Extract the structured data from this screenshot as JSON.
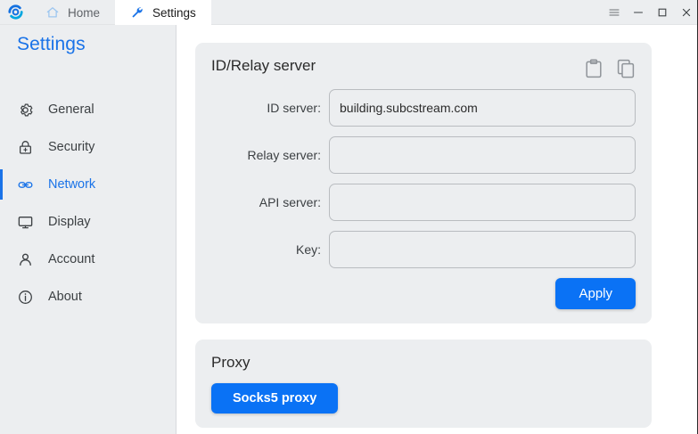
{
  "window": {
    "app_logo": "rustdesk-logo-icon",
    "controls": [
      {
        "name": "menu-button",
        "icon": "hamburger-menu-icon"
      },
      {
        "name": "minimize-button",
        "icon": "minimize-icon"
      },
      {
        "name": "maximize-button",
        "icon": "maximize-icon"
      },
      {
        "name": "close-button",
        "icon": "close-icon"
      }
    ]
  },
  "tabs": [
    {
      "label": "Home",
      "icon": "home-icon",
      "active": false
    },
    {
      "label": "Settings",
      "icon": "wrench-icon",
      "active": true
    }
  ],
  "sidebar": {
    "title": "Settings",
    "items": [
      {
        "label": "General",
        "icon": "gear-icon",
        "active": false
      },
      {
        "label": "Security",
        "icon": "lock-icon",
        "active": false
      },
      {
        "label": "Network",
        "icon": "link-icon",
        "active": true
      },
      {
        "label": "Display",
        "icon": "monitor-icon",
        "active": false
      },
      {
        "label": "Account",
        "icon": "person-icon",
        "active": false
      },
      {
        "label": "About",
        "icon": "info-icon",
        "active": false
      }
    ]
  },
  "main": {
    "id_relay_card": {
      "title": "ID/Relay server",
      "actions": [
        {
          "name": "paste-button",
          "icon": "clipboard-icon"
        },
        {
          "name": "copy-button",
          "icon": "copy-icon"
        }
      ],
      "fields": [
        {
          "label": "ID server:",
          "value": "building.subcstream.com",
          "placeholder": ""
        },
        {
          "label": "Relay server:",
          "value": "",
          "placeholder": ""
        },
        {
          "label": "API server:",
          "value": "",
          "placeholder": ""
        },
        {
          "label": "Key:",
          "value": "",
          "placeholder": ""
        }
      ],
      "apply_label": "Apply"
    },
    "proxy_card": {
      "title": "Proxy",
      "socks5_label": "Socks5 proxy"
    }
  },
  "colors": {
    "accent": "#1a73e8",
    "button_blue": "#0a72f5",
    "sidebar_bg": "#eceef0",
    "card_bg": "#eceef0",
    "content_bg": "#ffffff",
    "text": "#3c4043"
  }
}
